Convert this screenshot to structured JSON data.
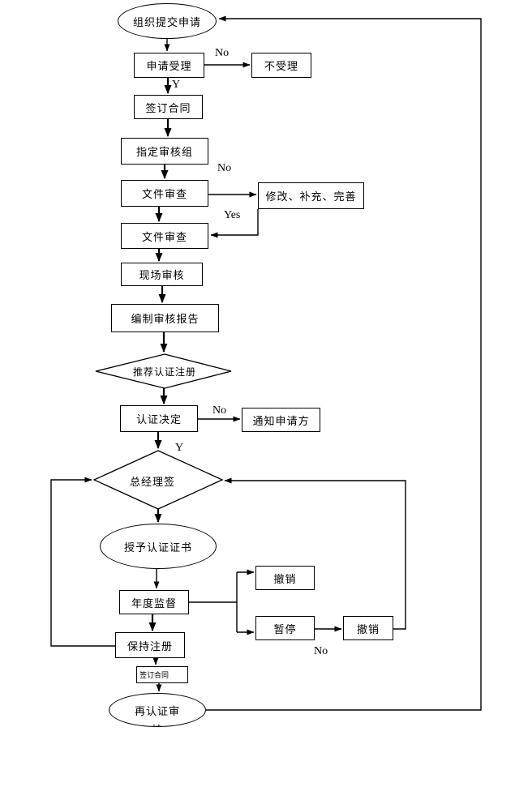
{
  "diagram": {
    "type": "flowchart",
    "language": "zh",
    "background_color": "#ffffff",
    "line_color": "#000000",
    "nodes": {
      "start": {
        "shape": "ellipse",
        "label": "组织提交申请"
      },
      "accept": {
        "shape": "rect",
        "label": "申请受理"
      },
      "reject": {
        "shape": "rect",
        "label": "不受理"
      },
      "sign_contract": {
        "shape": "rect",
        "label": "签订合同"
      },
      "assign_team": {
        "shape": "rect",
        "label": "指定审核组"
      },
      "doc_review_1": {
        "shape": "rect",
        "label": "文件审查"
      },
      "revise": {
        "shape": "rect",
        "label": "修改、补充、完善"
      },
      "doc_review_2": {
        "shape": "rect",
        "label": "文件审查"
      },
      "onsite_audit": {
        "shape": "rect",
        "label": "现场审核"
      },
      "audit_report": {
        "shape": "rect",
        "label": "编制审核报告"
      },
      "recommend": {
        "shape": "diamond",
        "label": "推荐认证注册"
      },
      "decision": {
        "shape": "rect",
        "label": "认证决定"
      },
      "notify": {
        "shape": "rect",
        "label": "通知申请方"
      },
      "gm_sign": {
        "shape": "diamond",
        "label": "总经理签"
      },
      "grant": {
        "shape": "ellipse",
        "label": "授予认证证书"
      },
      "annual": {
        "shape": "rect",
        "label": "年度监督"
      },
      "revoke_top": {
        "shape": "rect",
        "label": "撤销"
      },
      "suspend": {
        "shape": "rect",
        "label": "暂停"
      },
      "revoke_right": {
        "shape": "rect",
        "label": "撤销"
      },
      "keep_reg": {
        "shape": "rect",
        "label": "保持注册"
      },
      "sign_contract_2": {
        "shape": "rect",
        "label": "签订合同"
      },
      "recert": {
        "shape": "ellipse",
        "label": "再认证审核",
        "line1": "再认证审",
        "line2": "核"
      }
    },
    "edge_labels": {
      "accept_no": "No",
      "accept_yes": "Y",
      "docreview_no": "No",
      "revise_yes": "Yes",
      "decision_no": "No",
      "decision_yes": "Y",
      "suspend_no": "No"
    }
  }
}
